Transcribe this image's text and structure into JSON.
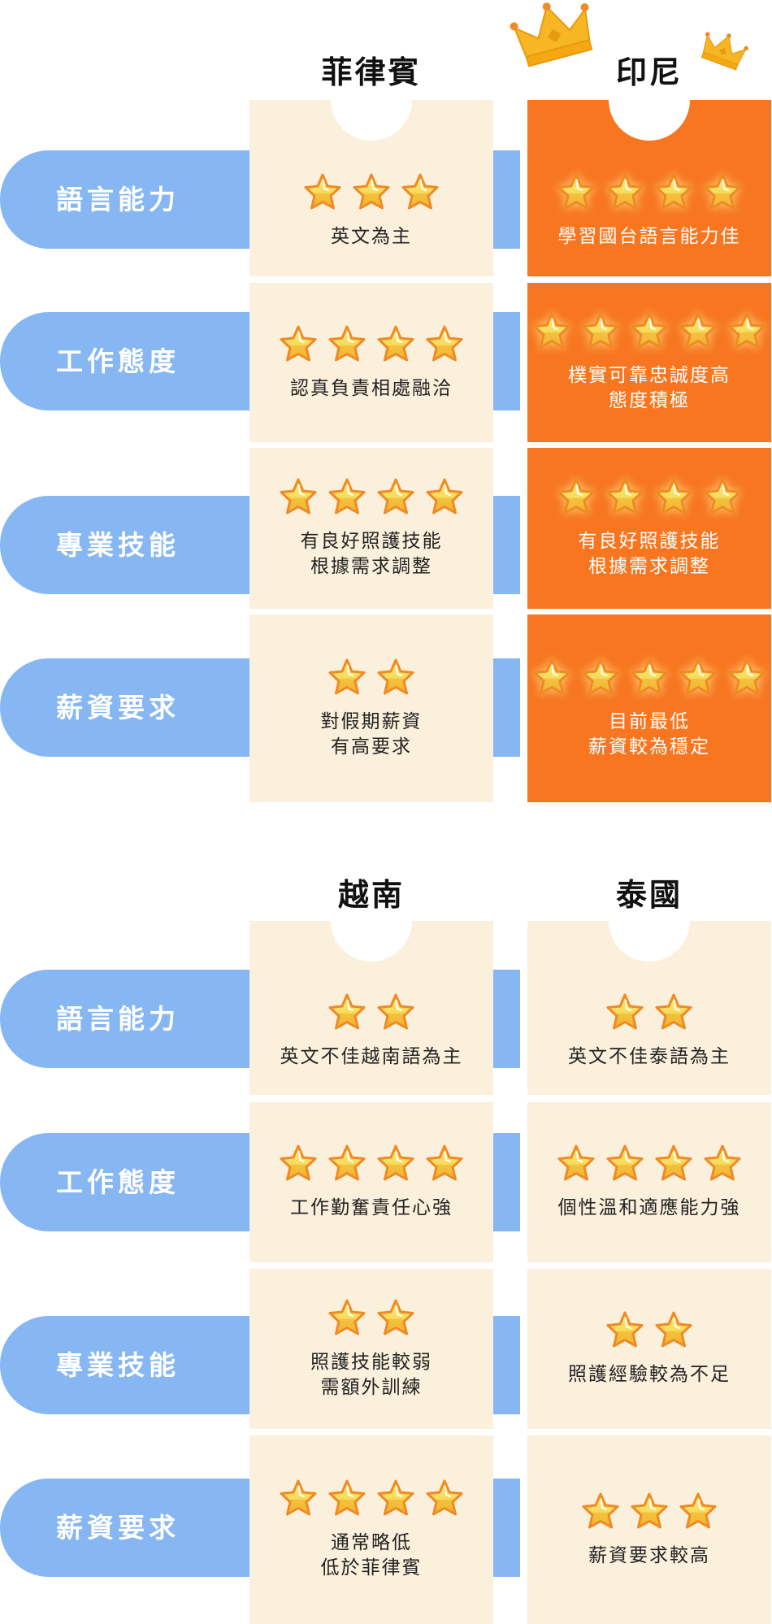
{
  "categories": [
    "語言能力",
    "工作態度",
    "專業技能",
    "薪資要求"
  ],
  "colors": {
    "pill": "#86b7f2",
    "card": "#fbf0dc",
    "highlight": "#f7761f",
    "star": "#f6c445"
  },
  "sections": [
    {
      "countries": [
        {
          "name": "菲律賓",
          "highlight": false,
          "cells": [
            {
              "stars": 3,
              "lines": [
                "英文為主"
              ]
            },
            {
              "stars": 4,
              "lines": [
                "認真負責相處融洽"
              ]
            },
            {
              "stars": 4,
              "lines": [
                "有良好照護技能",
                "根據需求調整"
              ]
            },
            {
              "stars": 2,
              "lines": [
                "對假期薪資",
                "有高要求"
              ]
            }
          ]
        },
        {
          "name": "印尼",
          "highlight": true,
          "crowned": true,
          "cells": [
            {
              "stars": 4,
              "lines": [
                "學習國台語言能力佳"
              ]
            },
            {
              "stars": 5,
              "lines": [
                "樸實可靠忠誠度高",
                "態度積極"
              ]
            },
            {
              "stars": 4,
              "lines": [
                "有良好照護技能",
                "根據需求調整"
              ]
            },
            {
              "stars": 5,
              "lines": [
                "目前最低",
                "薪資較為穩定"
              ]
            }
          ]
        }
      ]
    },
    {
      "countries": [
        {
          "name": "越南",
          "highlight": false,
          "cells": [
            {
              "stars": 2,
              "lines": [
                "英文不佳越南語為主"
              ]
            },
            {
              "stars": 4,
              "lines": [
                "工作勤奮責任心強"
              ]
            },
            {
              "stars": 2,
              "lines": [
                "照護技能較弱",
                "需額外訓練"
              ]
            },
            {
              "stars": 4,
              "lines": [
                "通常略低",
                "低於菲律賓"
              ]
            }
          ]
        },
        {
          "name": "泰國",
          "highlight": false,
          "cells": [
            {
              "stars": 2,
              "lines": [
                "英文不佳泰語為主"
              ]
            },
            {
              "stars": 4,
              "lines": [
                "個性溫和適應能力強"
              ]
            },
            {
              "stars": 2,
              "lines": [
                "照護經驗較為不足"
              ]
            },
            {
              "stars": 3,
              "lines": [
                "薪資要求較高"
              ]
            }
          ]
        }
      ]
    }
  ]
}
